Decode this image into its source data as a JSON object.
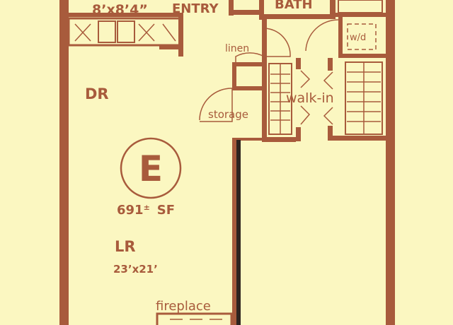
{
  "plan": {
    "unit_letter": "E",
    "area_value": "691",
    "area_pm": "±",
    "area_unit": "SF",
    "kitchen_size": "8’x8’4”",
    "rooms": {
      "entry": "ENTRY",
      "bath": "BATH",
      "linen": "linen",
      "washer_dryer": "w/d",
      "dining": "DR",
      "storage": "storage",
      "walk_in": "walk-in",
      "living": "LR",
      "living_size": "23’x21’",
      "fireplace": "fireplace"
    },
    "colors": {
      "background": "#fbf7c1",
      "ink": "#a85b3c",
      "divider": "#2e241f"
    }
  }
}
